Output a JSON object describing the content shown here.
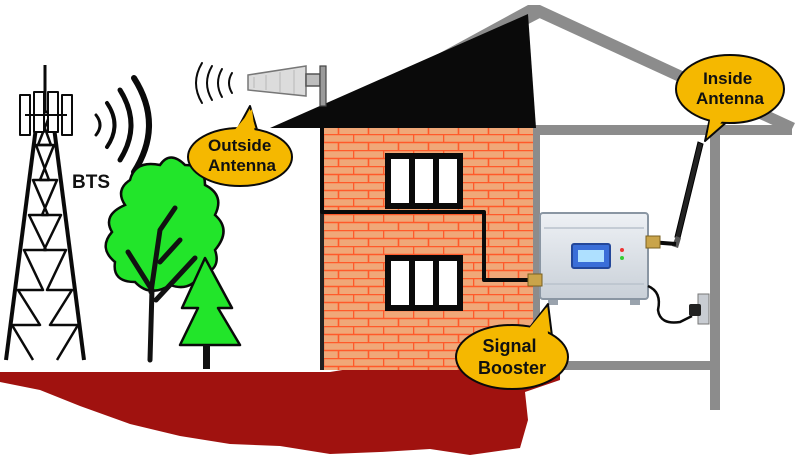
{
  "labels": {
    "bts": "BTS",
    "outside_antenna": [
      "Outside",
      "Antenna"
    ],
    "inside_antenna": [
      "Inside",
      "Antenna"
    ],
    "signal_booster": [
      "Signal",
      "Booster"
    ]
  },
  "colors": {
    "ground": "#a0120f",
    "brick": "#f0a878",
    "mortar": "#ff5a2a",
    "roof": "#0a0a0a",
    "frame": "#8c8c8c",
    "bubble": "#f5b800",
    "tree": "#22e52a",
    "trunk": "#111111",
    "booster": "#dfe4ea",
    "screen": "#3a6ed8"
  },
  "icons": [
    "cell-tower-icon",
    "signal-waves-icon",
    "panel-antenna-icon",
    "whip-antenna-icon",
    "booster-unit-icon",
    "power-adapter-icon",
    "tree-icon",
    "pine-tree-icon"
  ]
}
